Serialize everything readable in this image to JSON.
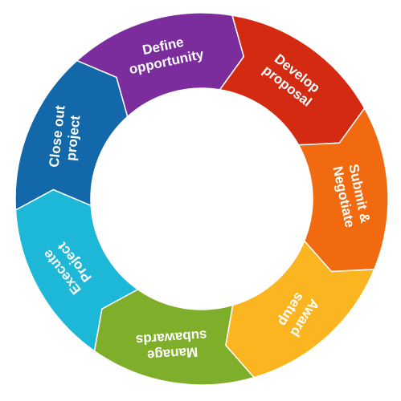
{
  "diagram": {
    "type": "cycle",
    "stages": [
      {
        "id": "define-opportunity",
        "lines": [
          "Define",
          "opportunity"
        ],
        "color": "#7B2D9E"
      },
      {
        "id": "develop-proposal",
        "lines": [
          "Develop",
          "proposal"
        ],
        "color": "#D42A12"
      },
      {
        "id": "submit-negotiate",
        "lines": [
          "Submit &",
          "Negotiate"
        ],
        "color": "#F26A0F"
      },
      {
        "id": "award-setup",
        "lines": [
          "Award",
          "setup"
        ],
        "color": "#FBB520"
      },
      {
        "id": "manage-subawards",
        "lines": [
          "Manage",
          "subawards"
        ],
        "color": "#7FAE2A"
      },
      {
        "id": "execute-project",
        "lines": [
          "Execute",
          "Project"
        ],
        "color": "#1DB8D8"
      },
      {
        "id": "close-out-project",
        "lines": [
          "Close out",
          "project"
        ],
        "color": "#1268A8"
      }
    ]
  }
}
